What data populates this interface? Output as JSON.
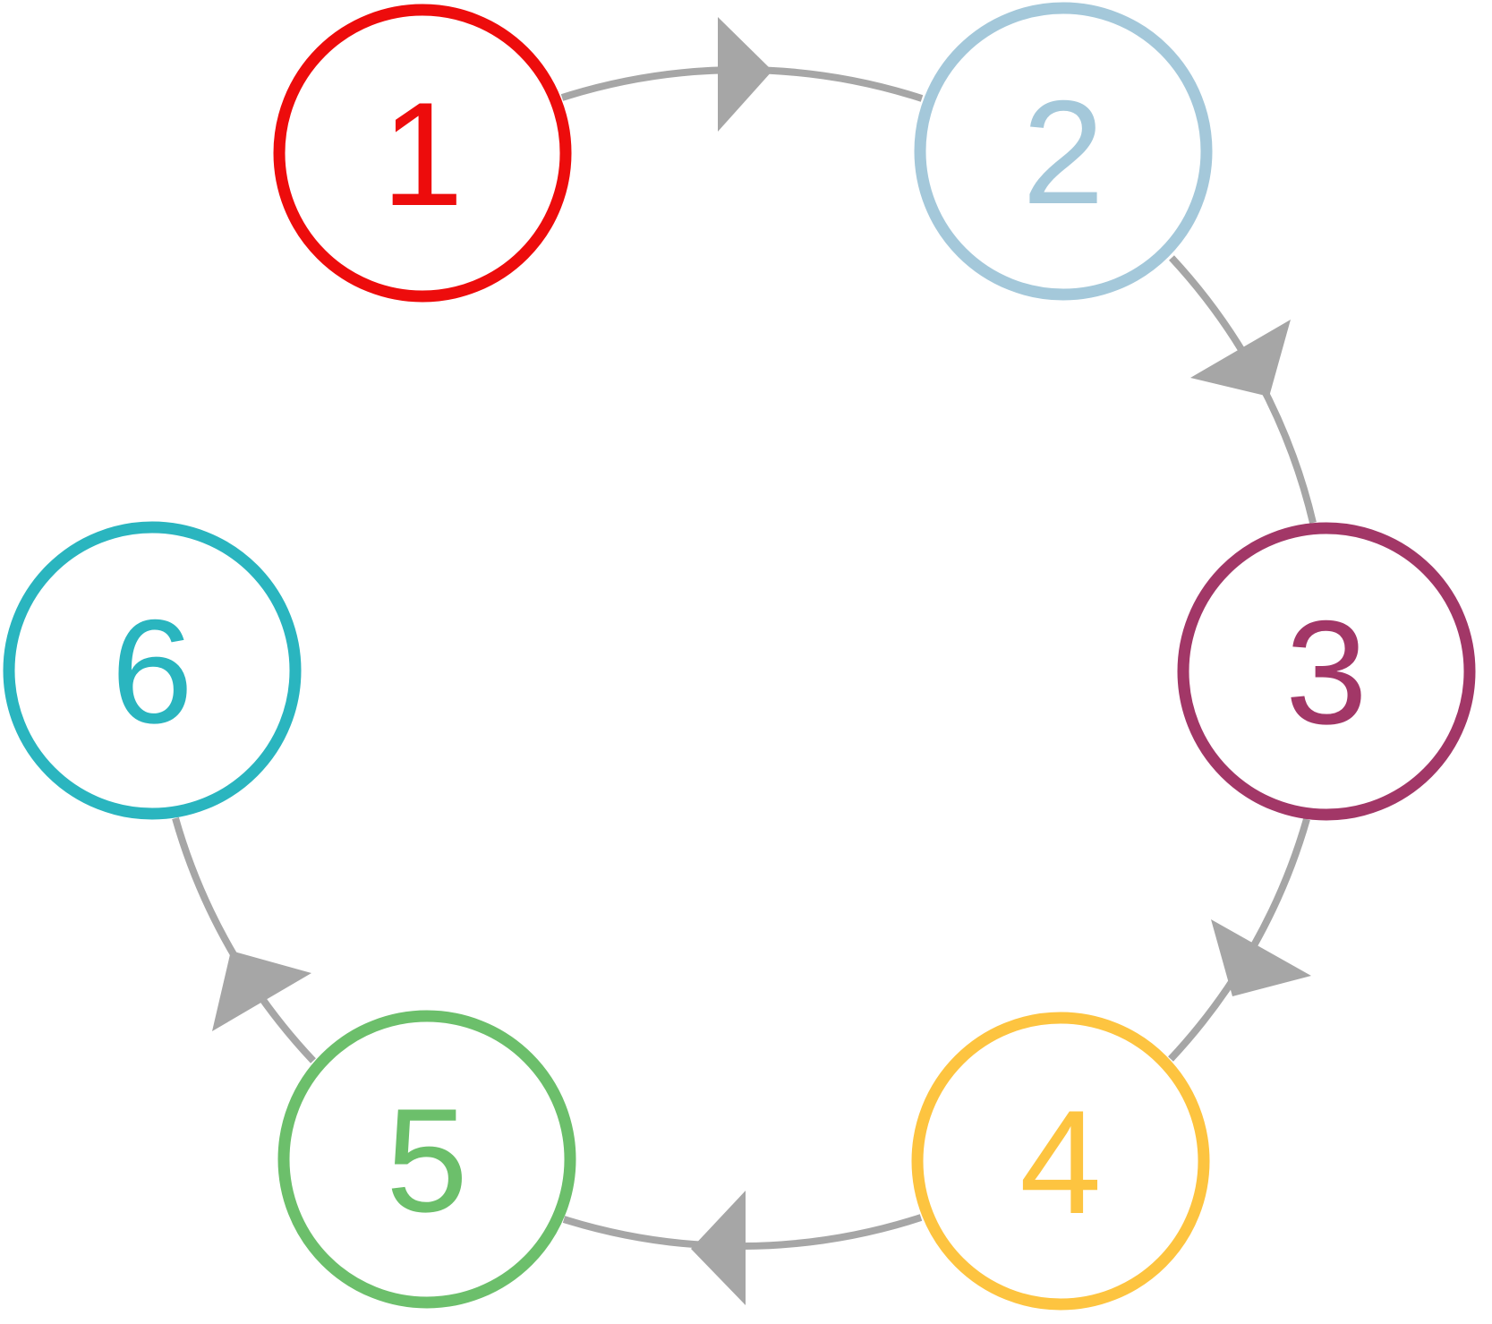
{
  "diagram": {
    "type": "cycle-diagram",
    "background_color": "#ffffff",
    "arrow_color": "#a6a6a6",
    "nodes": [
      {
        "id": "node-1",
        "label": "1",
        "color": "#ed0c0c",
        "position": "top-left"
      },
      {
        "id": "node-2",
        "label": "2",
        "color": "#a4c8da",
        "position": "top-right"
      },
      {
        "id": "node-3",
        "label": "3",
        "color": "#a23767",
        "position": "right"
      },
      {
        "id": "node-4",
        "label": "4",
        "color": "#fdc440",
        "position": "bottom-right"
      },
      {
        "id": "node-5",
        "label": "5",
        "color": "#6cbf6b",
        "position": "bottom-left"
      },
      {
        "id": "node-6",
        "label": "6",
        "color": "#2ab5bf",
        "position": "left"
      }
    ],
    "edges": [
      {
        "from": "1",
        "to": "2"
      },
      {
        "from": "2",
        "to": "3"
      },
      {
        "from": "3",
        "to": "4"
      },
      {
        "from": "4",
        "to": "5"
      },
      {
        "from": "5",
        "to": "6"
      }
    ]
  }
}
